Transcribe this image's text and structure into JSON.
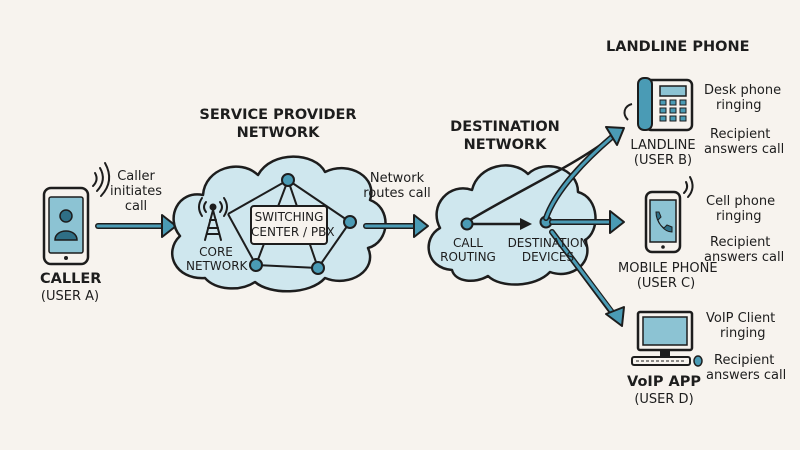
{
  "colors": {
    "accent": "#4a9bb5",
    "accent_light": "#cfe7ee",
    "ink": "#1d1d1d",
    "paper": "#f7f3ee"
  },
  "nodes": {
    "caller": {
      "title": "CALLER",
      "subtitle": "(USER A)",
      "icon": "smartphone-user-icon"
    },
    "service_provider": {
      "title_line1": "SERVICE PROVIDER",
      "title_line2": "NETWORK"
    },
    "core_network": {
      "line1": "CORE",
      "line2": "NETWORK",
      "icon": "radio-tower-icon"
    },
    "switching_center": {
      "line1": "SWITCHING",
      "line2": "CENTER / PBX"
    },
    "destination_network": {
      "title_line1": "DESTINATION",
      "title_line2": "NETWORK"
    },
    "call_routing": {
      "line1": "CALL",
      "line2": "ROUTING"
    },
    "destination_devices": {
      "line1": "DESTINATION",
      "line2": "DEVICES"
    },
    "landline": {
      "header": "LANDLINE PHONE",
      "title": "LANDLINE",
      "subtitle": "(USER B)",
      "status_line1": "Desk phone",
      "status_line2": "ringing",
      "answer_line1": "Recipient",
      "answer_line2": "answers call",
      "icon": "desk-phone-icon"
    },
    "mobile": {
      "title": "MOBILE PHONE",
      "subtitle": "(USER C)",
      "status_line1": "Cell phone",
      "status_line2": "ringing",
      "answer_line1": "Recipient",
      "answer_line2": "answers call",
      "icon": "mobile-phone-icon"
    },
    "voip": {
      "title": "VoIP APP",
      "subtitle": "(USER D)",
      "status_line1": "VoIP Client",
      "status_line2": "ringing",
      "answer_line1": "Recipient",
      "answer_line2": "answers call",
      "icon": "desktop-computer-icon"
    }
  },
  "edges": {
    "initiates": {
      "line1": "Caller",
      "line2": "initiates",
      "line3": "call"
    },
    "routes": {
      "line1": "Network",
      "line2": "routes call"
    }
  }
}
